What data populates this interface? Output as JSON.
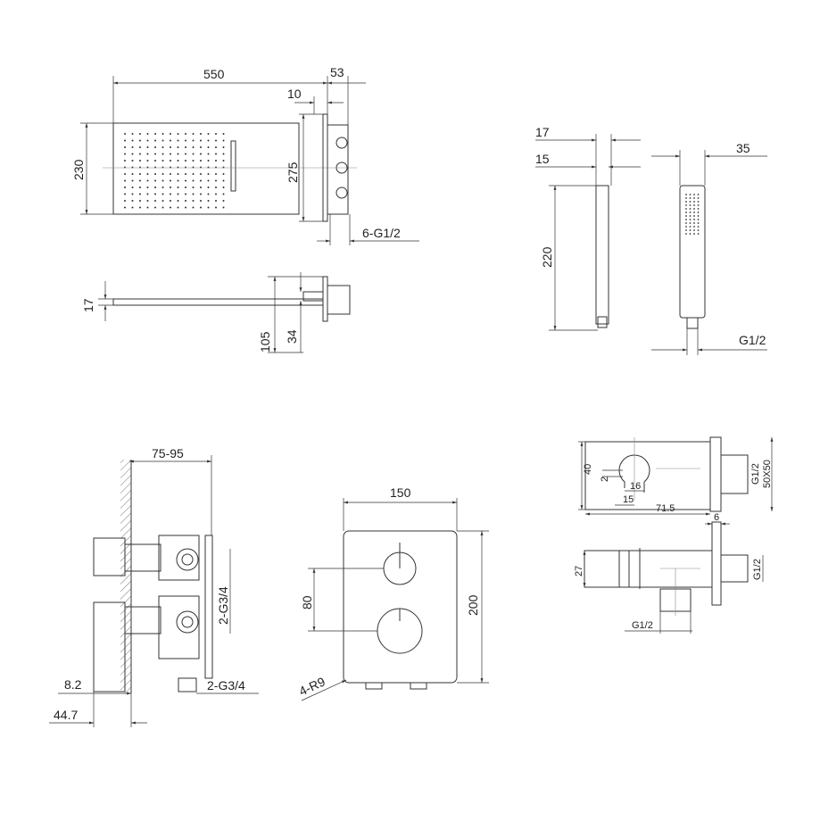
{
  "rain_shower": {
    "width": "550",
    "depth": "53",
    "plate": "10",
    "height": "230",
    "plate_height": "275",
    "outlets": "6-G1/2",
    "thickness": "17",
    "arm_height": "105",
    "arm_offset": "34"
  },
  "hand_shower": {
    "side_a": "17",
    "side_b": "15",
    "length": "220",
    "front_width": "35",
    "thread": "G1/2"
  },
  "valve": {
    "depth_range": "75-95",
    "outlets_top": "2-G3/4",
    "outlets_bottom": "2-G3/4",
    "dim_a": "8.2",
    "dim_b": "44.7"
  },
  "plate": {
    "width": "150",
    "height": "200",
    "knob_spacing": "80",
    "radius": "4-R9"
  },
  "bracket": {
    "height": "40",
    "gap": "2",
    "hole": "16",
    "offset": "15",
    "length": "71.5",
    "thread_back": "G1/2",
    "flange": "50X50",
    "flange_thickness": "6",
    "body_height": "27",
    "thread_side": "G1/2",
    "thread_bottom": "G1/2"
  }
}
